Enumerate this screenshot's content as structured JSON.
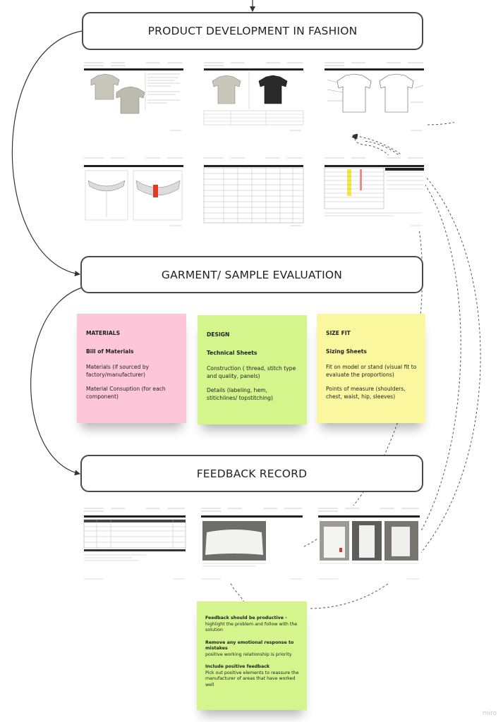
{
  "boxes": {
    "product_development": "PRODUCT DEVELOPMENT IN FASHION",
    "garment_evaluation": "GARMENT/ SAMPLE EVALUATION",
    "feedback_record": "FEEDBACK RECORD"
  },
  "notes": {
    "materials": {
      "title": "MATERIALS",
      "subtitle": "Bill of Materials",
      "p1": "Materials (if sourced by factory/manufacturer)",
      "p2": "Material Consuption (for each component)",
      "color": "#fdc6d9"
    },
    "design": {
      "title": "DESIGN",
      "subtitle": "Technical Sheets",
      "p1": "Construction ( thread, stitch type and quality, panels)",
      "p2": "Details (labeling, hem, stitichlines/ topstitching)",
      "color": "#d3f58c"
    },
    "size_fit": {
      "title": "SIZE FIT",
      "subtitle": "Sizing Sheets",
      "p1": "Fit on model or stand (visual fit to evaluate the proportions)",
      "p2": "Points of measure (shoulders, chest, waist, hip, sleeves)",
      "color": "#fbf79e"
    },
    "feedback": {
      "h1": "Feedback should be productive  -",
      "b1": "highlight the problem and follow with the solution",
      "h2": "Remove any emotional response to mistakes",
      "b2": "positive working relationship is priority",
      "h3": "Include positive feedback",
      "b3": "Pick out positive elements to reassure the manufacturer of areas that have worked well",
      "color": "#d3f58c"
    }
  },
  "watermark": "miro"
}
